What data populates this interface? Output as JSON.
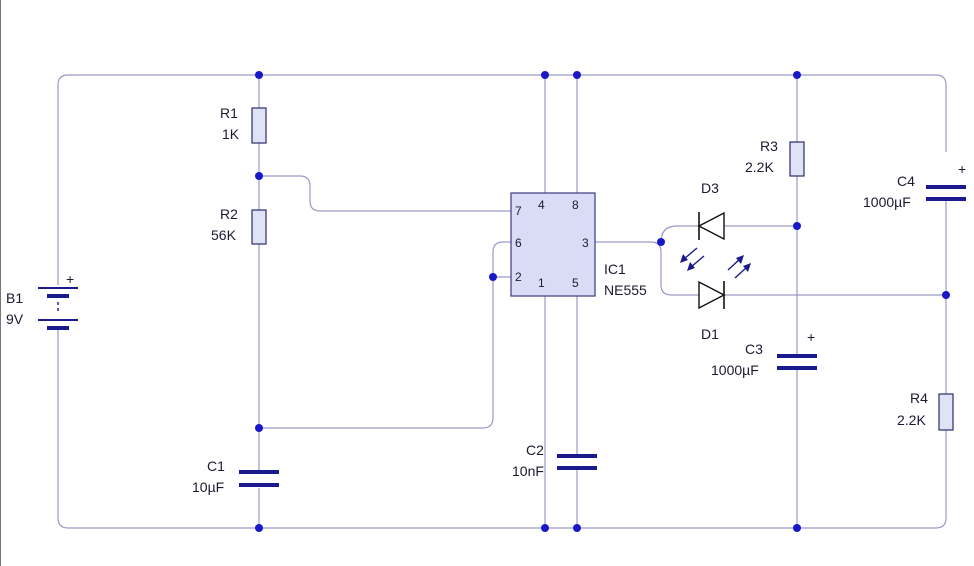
{
  "components": {
    "battery": {
      "ref": "B1",
      "value": "9V",
      "plus": "+"
    },
    "r1": {
      "ref": "R1",
      "value": "1K"
    },
    "r2": {
      "ref": "R2",
      "value": "56K"
    },
    "r3": {
      "ref": "R3",
      "value": "2.2K"
    },
    "r4": {
      "ref": "R4",
      "value": "2.2K"
    },
    "c1": {
      "ref": "C1",
      "value": "10µF"
    },
    "c2": {
      "ref": "C2",
      "value": "10nF"
    },
    "c3": {
      "ref": "C3",
      "value": "1000µF",
      "plus": "+"
    },
    "c4": {
      "ref": "C4",
      "value": "1000µF",
      "plus": "+"
    },
    "d1": {
      "ref": "D1"
    },
    "d3": {
      "ref": "D3"
    },
    "ic1": {
      "ref": "IC1",
      "value": "NE555",
      "pins": {
        "p1": "1",
        "p2": "2",
        "p3": "3",
        "p4": "4",
        "p5": "5",
        "p6": "6",
        "p7": "7",
        "p8": "8"
      }
    }
  },
  "colors": {
    "wire": "#9a9ac8",
    "junction": "#1818c8",
    "capacitor": "#1a1a8c",
    "ic_fill": "#d9dcf4",
    "resistor_fill": "#dfe3f5"
  }
}
